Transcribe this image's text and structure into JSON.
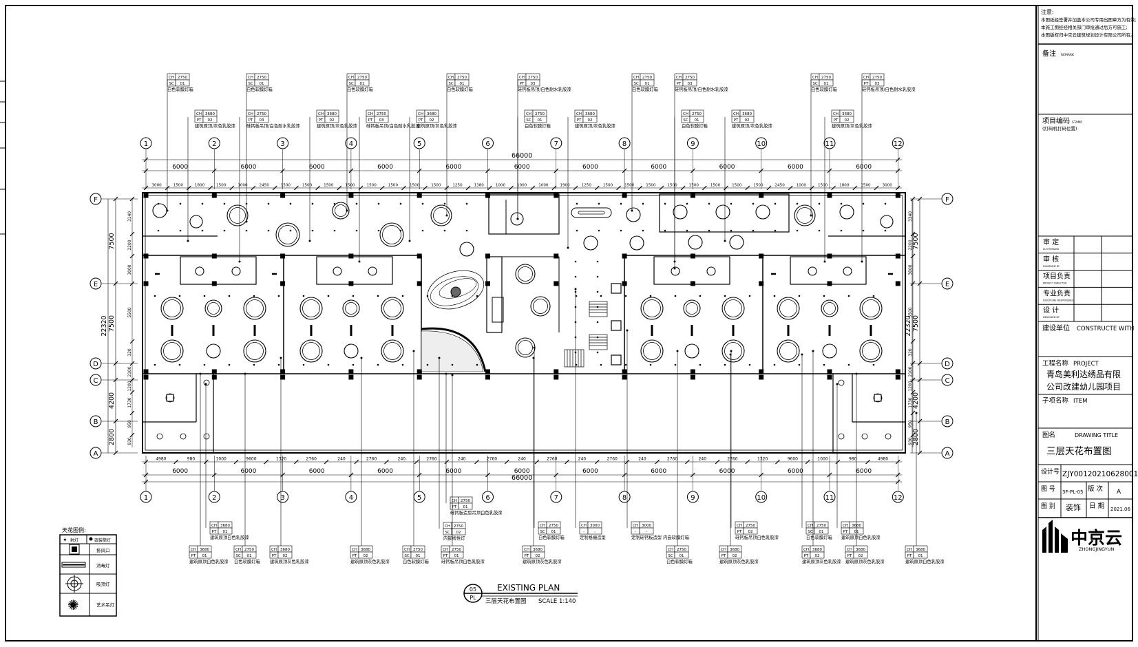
{
  "notes": {
    "header": "注意:",
    "lines": [
      "本图纸经签署并加盖本公司专用出图章方为有效;",
      "本施工图经经相关部门审批通过后方可施工;",
      "本图版权归中京云建筑规划设计有限公司所有。"
    ]
  },
  "remarks": {
    "label": "备注",
    "sub": "REMARK"
  },
  "project_code": {
    "label": "项目编码",
    "sub": "STAMP",
    "note": "(打码机打码位置)"
  },
  "approvals": [
    {
      "label": "审    定",
      "sub": "AUTHORIZED"
    },
    {
      "label": "审    核",
      "sub": "EXAMINED BY"
    },
    {
      "label": "项目负责",
      "sub": "PROJECT DIRECTOR"
    },
    {
      "label": "专业负责",
      "sub": "DISCIPLINE RESPONSIBLE"
    },
    {
      "label": "设    计",
      "sub": "DESIGNED BY"
    }
  ],
  "construction_unit": {
    "label": "建设单位",
    "value": "CONSTRUCTE WITH"
  },
  "project_name": {
    "label": "工程名称",
    "en": "PROJECT",
    "line1": "青岛美利达绣品有限",
    "line2": "公司改建幼儿园项目"
  },
  "item": {
    "label": "子项名称",
    "en": "ITEM"
  },
  "drawing_title": {
    "label": "图名",
    "en": "DRAWING TITLE",
    "value": "三层天花布置图"
  },
  "design_no": {
    "label": "设计号",
    "value": "ZJY00120210628001"
  },
  "sheet_no": {
    "label": "图  号",
    "value": "3F-PL-05",
    "rev_label": "版  次",
    "rev_value": "A"
  },
  "category": {
    "label": "图  别",
    "value": "装饰",
    "date_label": "日  期",
    "date_value": "2021.06"
  },
  "logo": {
    "cn": "中京云",
    "en": "ZHONGJINGYUN"
  },
  "plan_title": {
    "number": "05",
    "code": "PL",
    "en": "EXISTING PLAN",
    "cn": "三层天花布置图",
    "scale": "SCALE 1:140"
  },
  "legend": {
    "title": "天花图例:",
    "header_a": "射灯",
    "header_b": "嵌装筒灯",
    "items": [
      "排风口",
      "消毒灯",
      "吸顶灯",
      "艺术吊灯"
    ]
  },
  "grid": {
    "columns": [
      "1",
      "2",
      "3",
      "4",
      "5",
      "6",
      "7",
      "8",
      "9",
      "10",
      "11",
      "12"
    ],
    "rows": [
      "F",
      "E",
      "D",
      "C",
      "B",
      "A"
    ]
  },
  "dims": {
    "total": "66000",
    "bay": "6000",
    "top_sub": [
      "3000",
      "1500",
      "1800",
      "1500",
      "1000",
      "2450",
      "1500",
      "1500",
      "1500",
      "1500",
      "1500",
      "1500",
      "1500",
      "1500",
      "1250",
      "1380",
      "1000",
      "1000",
      "1000",
      "1900",
      "1250",
      "1500",
      "1500",
      "1500",
      "1500",
      "1500",
      "1500",
      "1500",
      "1500",
      "2450",
      "1000",
      "1500",
      "1800",
      "1500",
      "3000"
    ],
    "bottom_sub": [
      "4980",
      "980",
      "1000",
      "9600",
      "1320",
      "2760",
      "240",
      "2760",
      "240",
      "2760",
      "240",
      "2760",
      "240",
      "2760",
      "240",
      "2760",
      "240",
      "2760",
      "240",
      "2760",
      "1320",
      "9600",
      "1000",
      "980",
      "4980"
    ],
    "left": [
      "7500",
      "22320",
      "7500",
      "4200",
      "2800"
    ],
    "left_small": [
      "3140",
      "2200",
      "3000",
      "5500",
      "320",
      "2100",
      "1200",
      "1730",
      "950",
      "930"
    ],
    "right": [
      "7500",
      "22320",
      "7500",
      "4200",
      "2800"
    ],
    "right_small": [
      "3340",
      "2200",
      "3000",
      "5500",
      "320",
      "2100",
      "1200",
      "1730",
      "950",
      "930"
    ]
  },
  "tags_top": [
    {
      "a": "CH",
      "av": "2750",
      "b": "SC",
      "bv": "01",
      "text": "白色软膜灯箱"
    },
    {
      "a": "CH",
      "av": "2750",
      "b": "SC",
      "bv": "01",
      "text": "白色软膜灯箱"
    },
    {
      "a": "CH",
      "av": "2750",
      "b": "SC",
      "bv": "01",
      "text": "白色软膜灯箱"
    },
    {
      "a": "CH",
      "av": "2750",
      "b": "SC",
      "bv": "01",
      "text": "白色软膜灯箱"
    },
    {
      "a": "CH",
      "av": "2750",
      "b": "PT",
      "bv": "03",
      "text": "硅钙板吊顶/白色耐水乳胶漆"
    },
    {
      "a": "CH",
      "av": "2750",
      "b": "SC",
      "bv": "01",
      "text": "白色软膜灯箱"
    },
    {
      "a": "CH",
      "av": "2750",
      "b": "PT",
      "bv": "03",
      "text": "硅钙板吊顶/白色耐水乳胶漆"
    },
    {
      "a": "CH",
      "av": "2750",
      "b": "SC",
      "bv": "01",
      "text": "白色软膜灯箱"
    },
    {
      "a": "CH",
      "av": "2750",
      "b": "PT",
      "bv": "03",
      "text": "硅钙板吊顶/白色耐水乳胶漆"
    }
  ],
  "tags_top2": [
    {
      "a": "CH",
      "av": "3680",
      "b": "PT",
      "bv": "02",
      "text": "建筑原顶/灰色乳胶漆"
    },
    {
      "a": "CH",
      "av": "2750",
      "b": "PT",
      "bv": "03",
      "text": "硅钙板吊顶/白色耐水乳胶漆"
    },
    {
      "a": "CH",
      "av": "3680",
      "b": "PT",
      "bv": "02",
      "text": "建筑原顶/灰色乳胶漆"
    },
    {
      "a": "CH",
      "av": "2750",
      "b": "PT",
      "bv": "03",
      "text": "硅钙板吊顶/白色耐水乳胶漆"
    },
    {
      "a": "CH",
      "av": "3680",
      "b": "PT",
      "bv": "02",
      "text": "建筑原顶/灰色乳胶漆"
    },
    {
      "a": "CH",
      "av": "2750",
      "b": "SC",
      "bv": "01",
      "text": "白色软膜灯箱"
    },
    {
      "a": "CH",
      "av": "3680",
      "b": "PT",
      "bv": "02",
      "text": "建筑原顶/灰色乳胶漆"
    },
    {
      "a": "CH",
      "av": "2750",
      "b": "SC",
      "bv": "01",
      "text": "白色软膜灯箱"
    },
    {
      "a": "CH",
      "av": "3680",
      "b": "PT",
      "bv": "02",
      "text": "建筑原顶/灰色乳胶漆"
    },
    {
      "a": "CH",
      "av": "3680",
      "b": "PT",
      "bv": "02",
      "text": "建筑原顶/灰色乳胶漆"
    }
  ],
  "tags_bottom": [
    {
      "a": "CH",
      "av": "2750",
      "b": "PT",
      "bv": "01",
      "text": "硅钙板造型吊顶白色乳胶漆"
    },
    {
      "a": "CH",
      "av": "3680",
      "b": "PT",
      "bv": "01",
      "text": "建筑原顶白色乳胶漆"
    },
    {
      "a": "CH",
      "av": "2750",
      "b": "SC",
      "bv": "02",
      "text": "内嵌线性灯"
    },
    {
      "a": "CH",
      "av": "2750",
      "b": "SC",
      "bv": "01",
      "text": "白色软膜灯箱"
    },
    {
      "a": "CH",
      "av": "3000",
      "b": "-",
      "bv": "-",
      "text": "定制格栅造型"
    },
    {
      "a": "CH",
      "av": "3000",
      "b": "-",
      "bv": "-",
      "text": "定制硅钙板造型 内嵌软膜灯箱"
    },
    {
      "a": "CH",
      "av": "2750",
      "b": "PT",
      "bv": "02",
      "text": "硅钙板吊顶白色乳胶漆"
    },
    {
      "a": "CH",
      "av": "2750",
      "b": "SC",
      "bv": "01",
      "text": "白色软膜灯箱"
    },
    {
      "a": "CH",
      "av": "3680",
      "b": "PT",
      "bv": "01",
      "text": "建筑原顶白色乳胶漆"
    }
  ],
  "tags_bottom2": [
    {
      "a": "CH",
      "av": "3680",
      "b": "PT",
      "bv": "01",
      "text": "建筑原顶白色乳胶漆"
    },
    {
      "a": "CH",
      "av": "2750",
      "b": "SC",
      "bv": "01",
      "text": "白色软膜灯箱"
    },
    {
      "a": "CH",
      "av": "3680",
      "b": "PT",
      "bv": "02",
      "text": "建筑原顶灰色乳胶漆"
    },
    {
      "a": "CH",
      "av": "3680",
      "b": "PT",
      "bv": "02",
      "text": "建筑原顶灰色乳胶漆"
    },
    {
      "a": "CH",
      "av": "2750",
      "b": "SC",
      "bv": "01",
      "text": "白色软膜灯箱"
    },
    {
      "a": "CH",
      "av": "2750",
      "b": "PT",
      "bv": "01",
      "text": "硅钙板吊顶白色乳胶漆"
    },
    {
      "a": "CH",
      "av": "3680",
      "b": "PT",
      "bv": "02",
      "text": "建筑原顶灰色乳胶漆"
    },
    {
      "a": "CH",
      "av": "2750",
      "b": "SC",
      "bv": "01",
      "text": "白色软膜灯箱"
    },
    {
      "a": "CH",
      "av": "3680",
      "b": "PT",
      "bv": "02",
      "text": "建筑原顶灰色乳胶漆"
    },
    {
      "a": "CH",
      "av": "3680",
      "b": "PT",
      "bv": "02",
      "text": "建筑原顶灰色乳胶漆"
    },
    {
      "a": "CH",
      "av": "3680",
      "b": "PT",
      "bv": "02",
      "text": "建筑原顶灰色乳胶漆"
    },
    {
      "a": "CH",
      "av": "3680",
      "b": "PT",
      "bv": "01",
      "text": "建筑原顶白色乳胶漆"
    }
  ]
}
